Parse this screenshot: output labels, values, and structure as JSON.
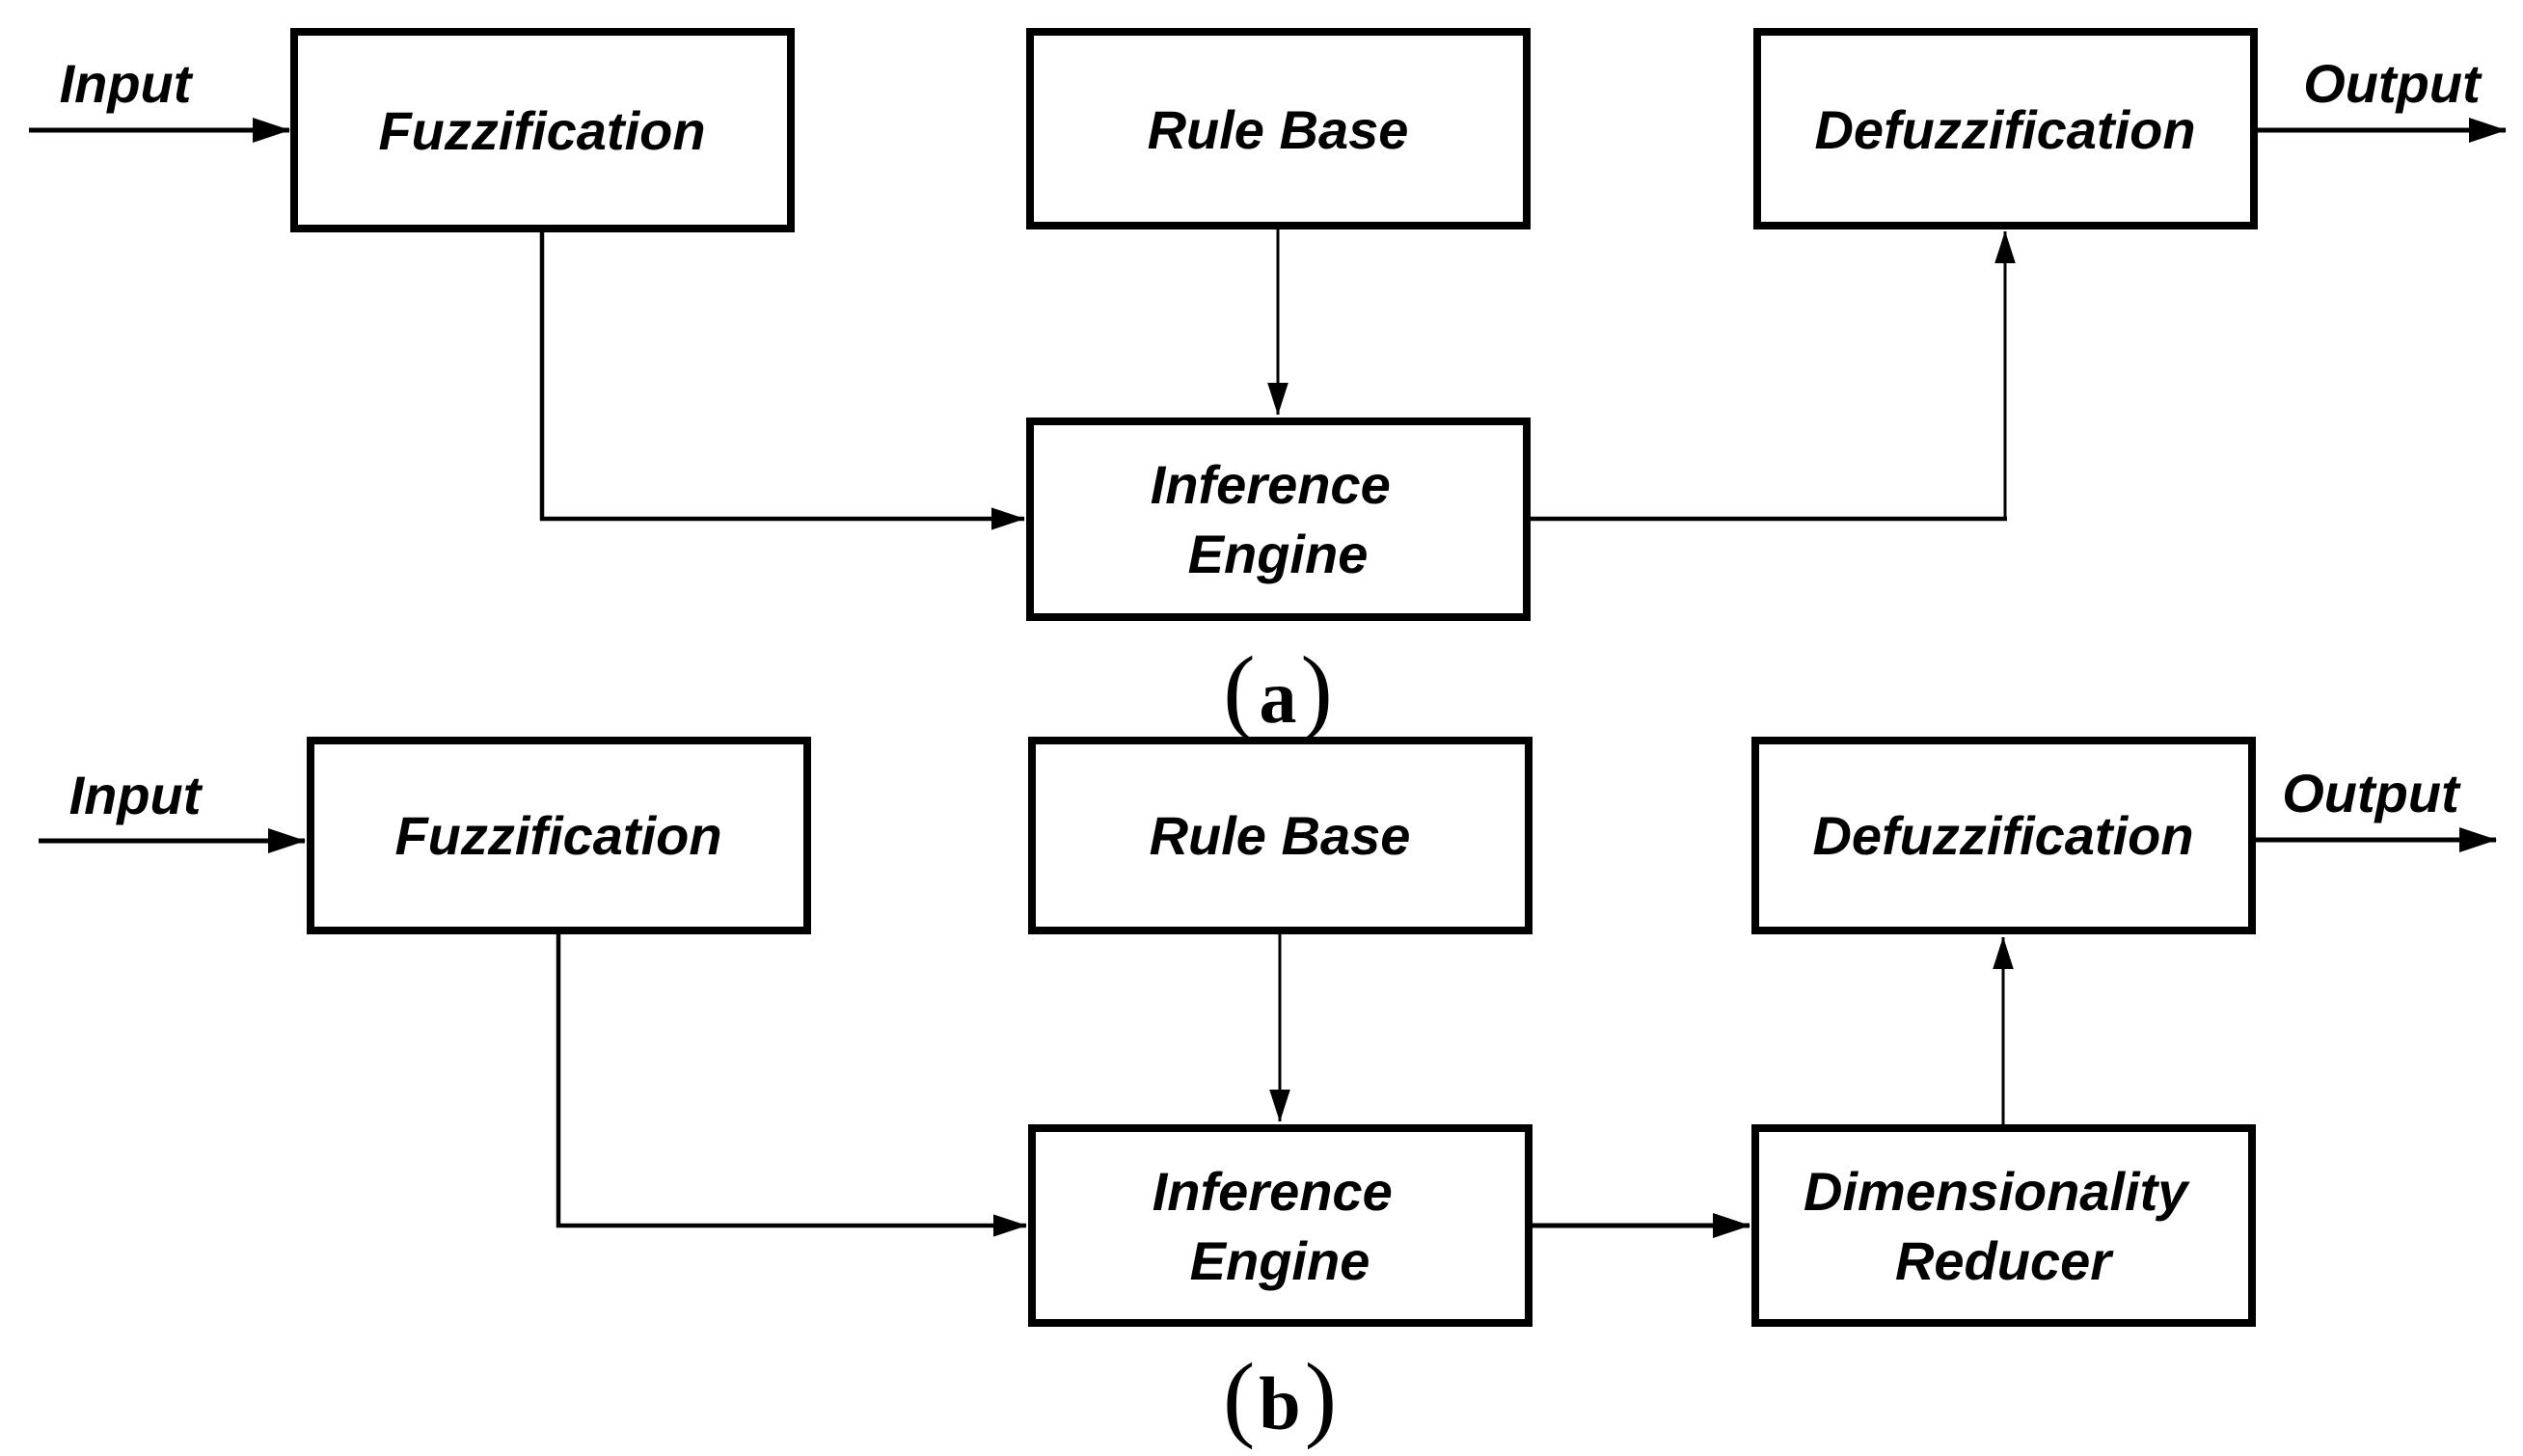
{
  "figure": {
    "colors": {
      "background": "#ffffff",
      "line": "#000000",
      "text": "#000000"
    },
    "panel_a": {
      "caption_open": "(",
      "caption_letter": "a",
      "caption_close": ")",
      "input_label": "Input",
      "output_label": "Output",
      "fuzzification": "Fuzzification",
      "rule_base": "Rule Base",
      "defuzzification": "Defuzzification",
      "inference_engine_line1": "Inference",
      "inference_engine_line2": "Engine"
    },
    "panel_b": {
      "caption_open": "(",
      "caption_letter": "b",
      "caption_close": ")",
      "input_label": "Input",
      "output_label": "Output",
      "fuzzification": "Fuzzification",
      "rule_base": "Rule Base",
      "defuzzification": "Defuzzification",
      "inference_engine_line1": "Inference",
      "inference_engine_line2": "Engine",
      "dimensionality_reducer_line1": "Dimensionality",
      "dimensionality_reducer_line2": "Reducer"
    }
  }
}
